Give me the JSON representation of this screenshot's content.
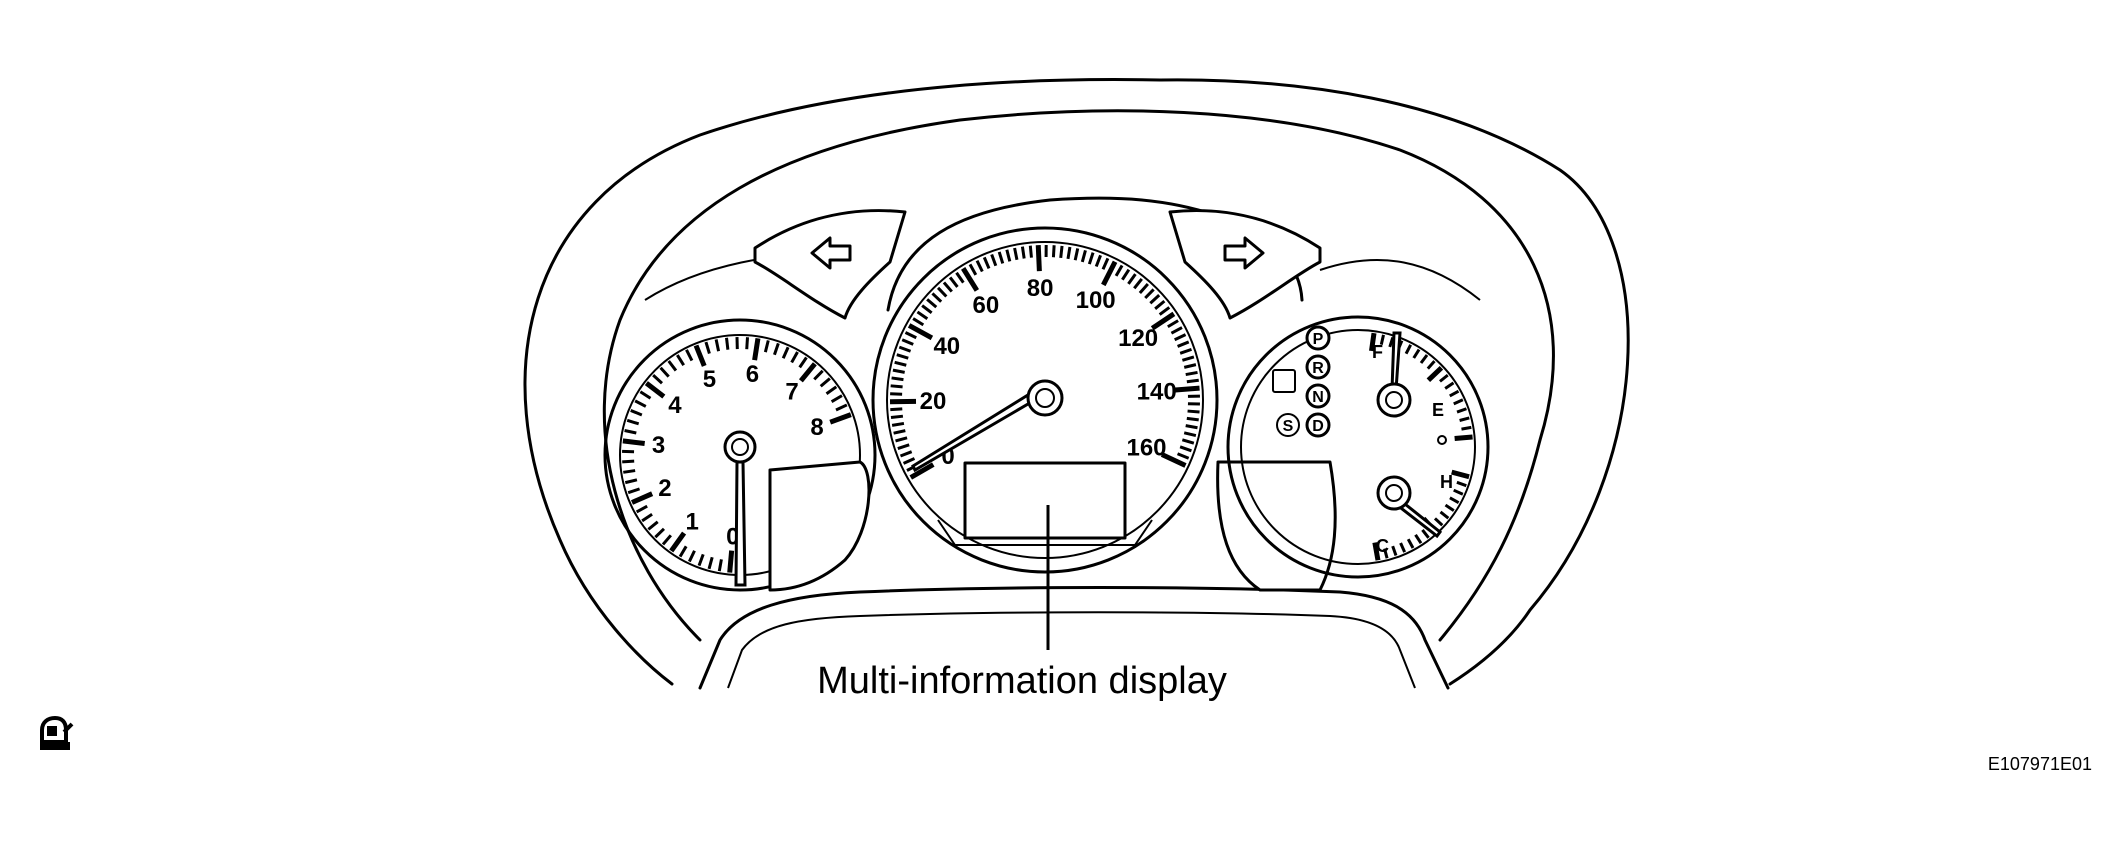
{
  "callout": {
    "label": "Multi-information display"
  },
  "figure_code": "E107971E01",
  "tachometer": {
    "labels": [
      "0",
      "1",
      "2",
      "3",
      "4",
      "5",
      "6",
      "7",
      "8"
    ]
  },
  "speedometer": {
    "labels": [
      "0",
      "20",
      "40",
      "60",
      "80",
      "100",
      "120",
      "140",
      "160"
    ]
  },
  "shift_indicator": {
    "positions": [
      "P",
      "R",
      "N",
      "D"
    ],
    "sport": "S"
  },
  "fuel_gauge": {
    "full": "F",
    "empty": "E"
  },
  "temp_gauge": {
    "hot": "H",
    "cold": "C"
  },
  "icons": {
    "left_arrow": "left-turn-signal-icon",
    "right_arrow": "right-turn-signal-icon",
    "corner_symbol": "manual-reference-icon"
  }
}
